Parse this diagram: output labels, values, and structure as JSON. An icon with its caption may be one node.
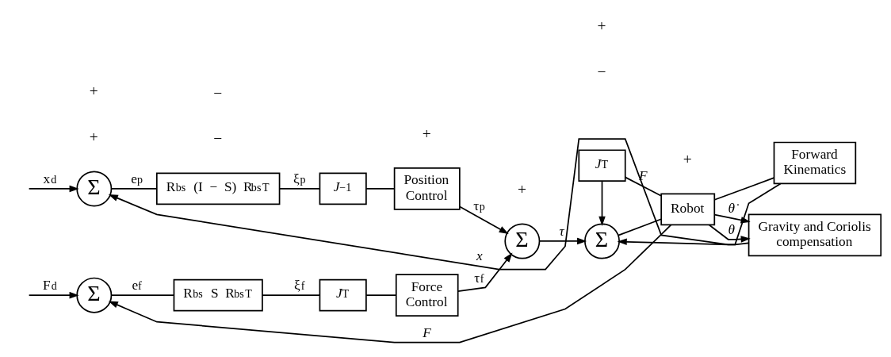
{
  "diagram": {
    "nodes": [
      {
        "text": [
          "Σ"
        ]
      },
      {
        "text": [
          "R$_{bs}$ S R$_{bs}$$^{T}$"
        ]
      },
      {
        "text": [
          "*J*$^{T}$"
        ]
      },
      {
        "text": [
          "Force Control"
        ]
      },
      {
        "text": [
          "Σ"
        ]
      },
      {
        "text": [
          "R$_{bs}$ (I − S) R$_{bs}$$^{T}$"
        ]
      },
      {
        "text": [
          "*J*$^{−1}$"
        ]
      },
      {
        "text": [
          "Position Control"
        ]
      },
      {
        "text": [
          "Σ"
        ]
      },
      {
        "text": [
          "Σ"
        ]
      },
      {
        "text": [
          "*J*$^{T}$"
        ]
      },
      {
        "text": [
          "Robot"
        ]
      },
      {
        "text": [
          "Gravity and Coriolis compensation"
        ]
      },
      {
        "text": [
          "Forward Kinematics"
        ]
      }
    ],
    "edges": [
      {
        "from": null,
        "to": 0,
        "arrow": "to",
        "label": "F$^{d}$"
      },
      {
        "from": 0,
        "to": 1,
        "arrow": "none",
        "label": "e$_{f}$"
      },
      {
        "from": 1,
        "to": 2,
        "arrow": "none",
        "label": "ξ$_{f}$"
      },
      {
        "from": 2,
        "to": 3,
        "arrow": "none"
      },
      {
        "from": 3,
        "to": 8,
        "arrow": "to",
        "label": "τ$_{f}$"
      },
      {
        "from": null,
        "to": 4,
        "arrow": "to",
        "label": "x$^{d}$"
      },
      {
        "from": 4,
        "to": 5,
        "arrow": "none",
        "label": "e$_{p}$"
      },
      {
        "from": 5,
        "to": 6,
        "arrow": "none",
        "label": "ξ$_{p}$"
      },
      {
        "from": 6,
        "to": 7,
        "arrow": "none"
      },
      {
        "from": 7,
        "to": 8,
        "arrow": "to",
        "label": "τ$_{p}$"
      },
      {
        "from": 8,
        "to": 9,
        "arrow": "to",
        "label": "*τ*"
      },
      {
        "from": 9,
        "to": 11,
        "arrow": "none"
      },
      {
        "from": 11,
        "to": 0,
        "arrow": "to",
        "label": "*F*"
      },
      {
        "from": 11,
        "to": 10,
        "arrow": "none",
        "label": "*F*"
      },
      {
        "from": 10,
        "to": 9,
        "arrow": "to"
      },
      {
        "from": 11,
        "to": 12,
        "arrow": "to",
        "label": "*θ̇*"
      },
      {
        "from": 11,
        "to": 12,
        "arrow": "to",
        "label": "*θ*"
      },
      {
        "from": 11,
        "to": 13,
        "arrow": "none"
      },
      {
        "from": 13,
        "to": 4,
        "arrow": "to",
        "label": "*x*"
      },
      {
        "from": 12,
        "to": 9,
        "arrow": "to"
      }
    ],
    "labels": [
      "+",
      "−",
      "+",
      "−",
      "+",
      "+",
      "−",
      "+",
      "+"
    ]
  }
}
